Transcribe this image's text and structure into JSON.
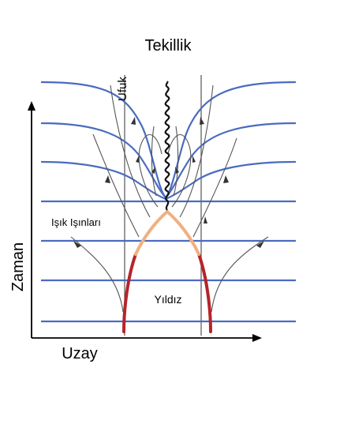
{
  "labels": {
    "singularity": "Tekillik",
    "horizon": "Ufuk",
    "light_rays": "Işık Işınları",
    "star": "Yıldız",
    "time_axis": "Zaman",
    "space_axis": "Uzay"
  },
  "colors": {
    "hypersurface": "#4a6bbf",
    "star_surface": "#b5242a",
    "star_collapse": "#f0b080",
    "axes": "#000000",
    "light_ray": "#555555",
    "singularity": "#111111",
    "horizon_line": "#555555"
  }
}
